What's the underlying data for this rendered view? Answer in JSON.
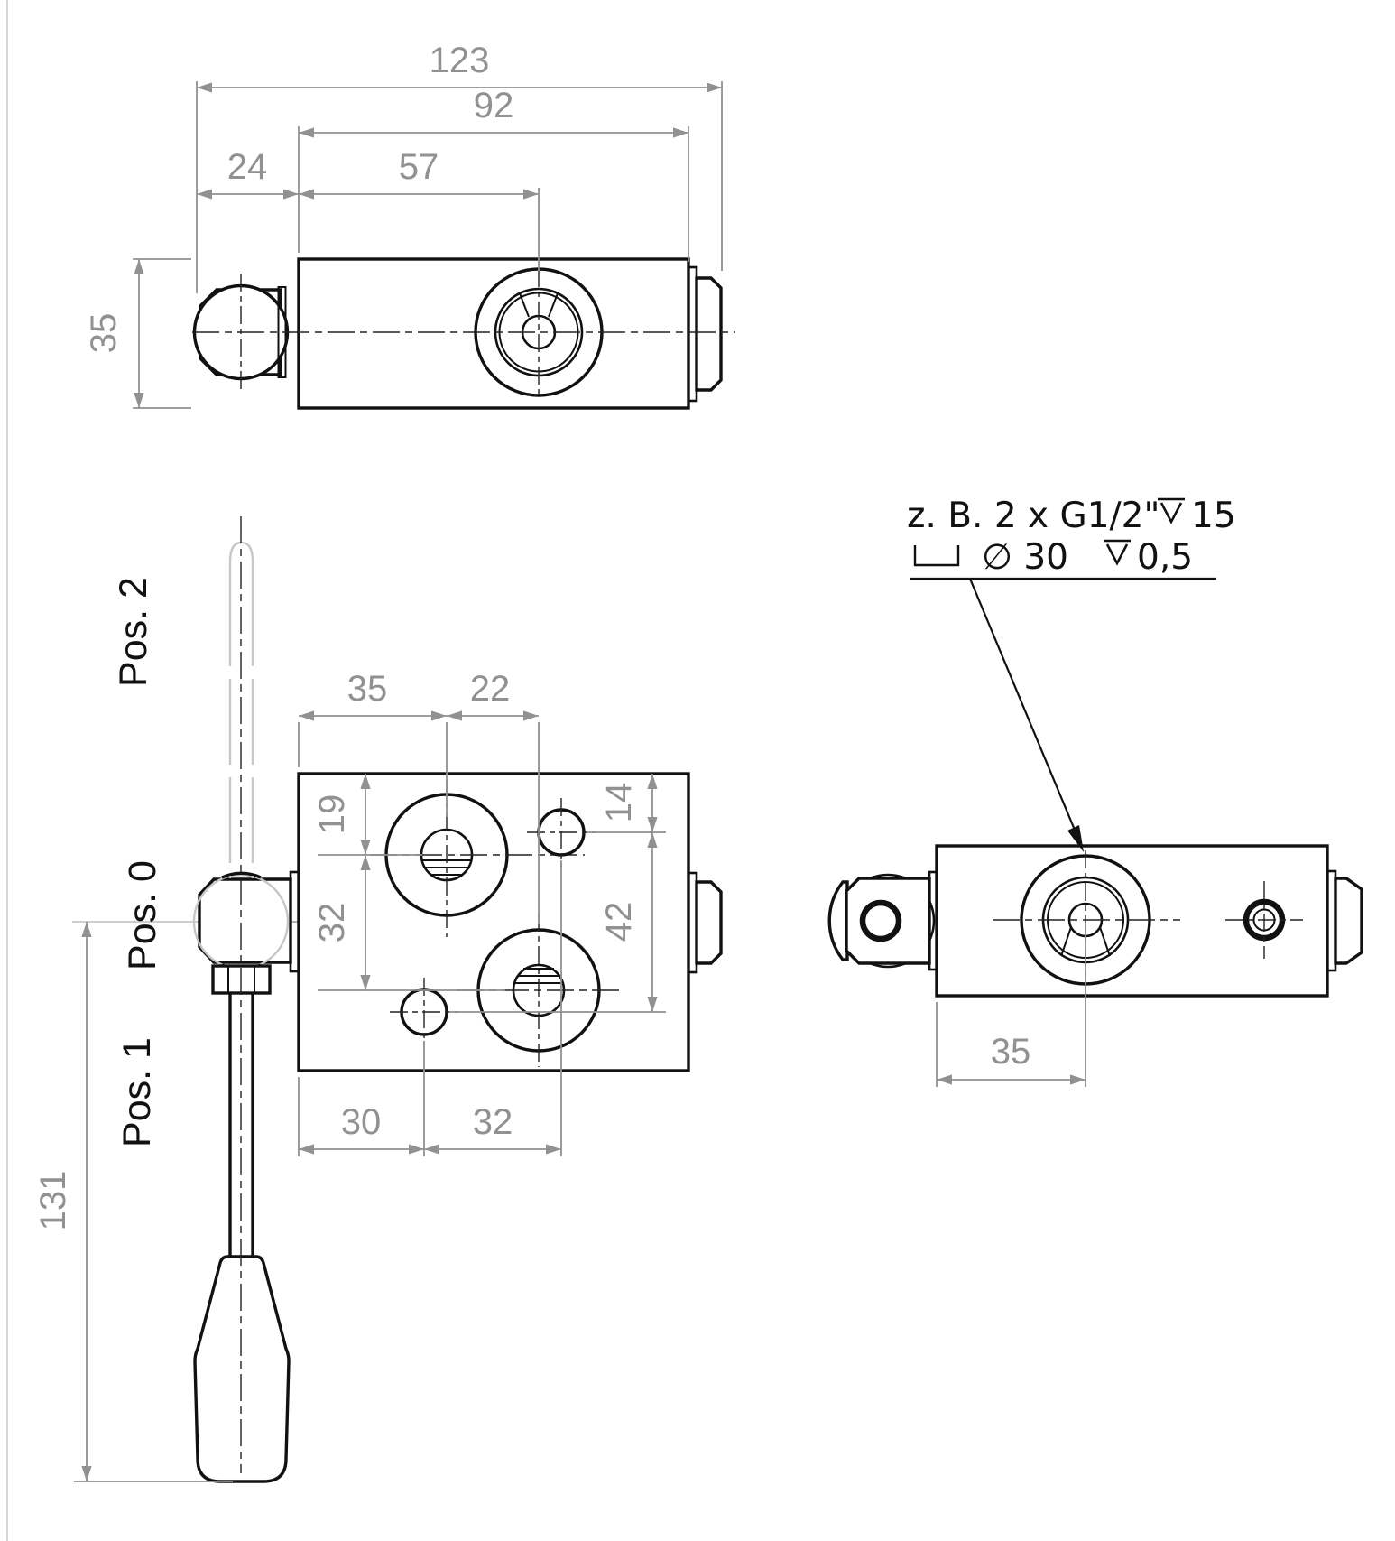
{
  "drawing_name": "valve-3-view-technical-drawing",
  "palette": {
    "object_line": "#111111",
    "dimension_color": "#919191",
    "phantom_color": "#c7c7c7",
    "background": "#ffffff"
  },
  "top_view": {
    "dim_total": "123",
    "dim_body": "92",
    "dim_ball_offset": "24",
    "dim_port_offset": "57",
    "dim_depth": "35"
  },
  "front_view": {
    "dim_port_x": "35",
    "dim_port_dx": "22",
    "dim_port_y": "19",
    "dim_port_dy": "32",
    "dim_hole_y": "14",
    "dim_hole_dy": "42",
    "dim_hole_x": "30",
    "dim_hole_dx": "32",
    "dim_lever": "131",
    "pos2": "Pos. 2",
    "pos0": "Pos. 0",
    "pos1": "Pos. 1"
  },
  "side_view": {
    "dim_port_x": "35"
  },
  "note": {
    "line1": "z. B. 2 x G1/2\"",
    "line1_depth": "15",
    "line2_diameter": "∅ 30",
    "line2_depth": "0,5",
    "counterbore_symbol": "⌴",
    "depth_symbol": "↧"
  }
}
